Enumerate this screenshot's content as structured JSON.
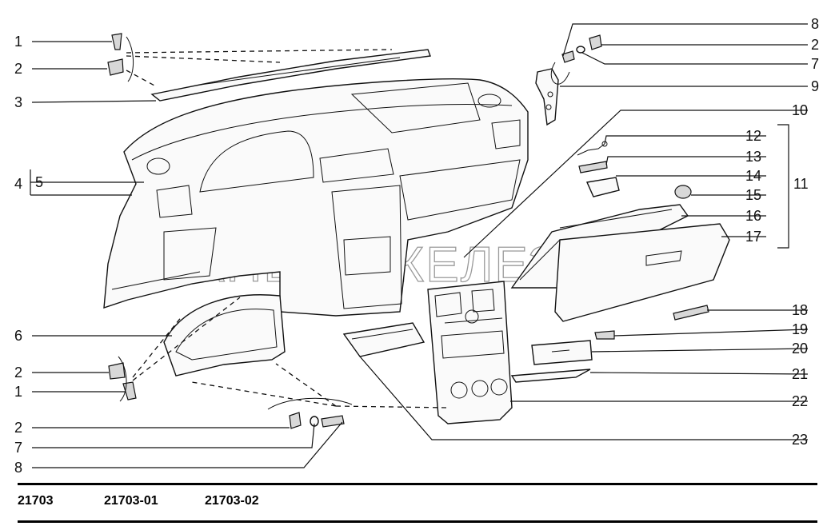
{
  "callouts": {
    "n1": "1",
    "n2": "2",
    "n3": "3",
    "n4": "4",
    "n5": "5",
    "n6": "6",
    "n7": "7",
    "n8": "8",
    "n9": "9",
    "n10": "10",
    "n11": "11",
    "n12": "12",
    "n13": "13",
    "n14": "14",
    "n15": "15",
    "n16": "16",
    "n17": "17",
    "n18": "18",
    "n19": "19",
    "n20": "20",
    "n21": "21",
    "n22": "22",
    "n23": "23"
  },
  "watermark": "ПЛАНЕТА ЖЕЛЕЗЯКА",
  "variants": [
    "21703",
    "21703-01",
    "21703-02"
  ]
}
